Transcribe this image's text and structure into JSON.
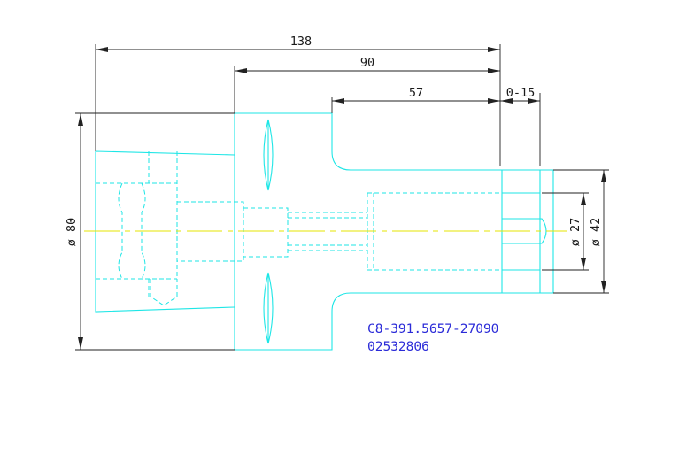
{
  "dimensions": {
    "overall_length": "138",
    "flange_to_end": "90",
    "shank_to_end": "57",
    "adjustment_range": "0-15",
    "body_diameter": "ø 80",
    "bore_diameter": "ø 27",
    "pilot_diameter": "ø 42"
  },
  "part_number": "C8-391.5657-27090",
  "order_number": "02532806",
  "colors": {
    "outline": "#1ee6e6",
    "dimension": "#222222",
    "centerline": "#e6e600",
    "part_text": "#2b2bd8"
  }
}
